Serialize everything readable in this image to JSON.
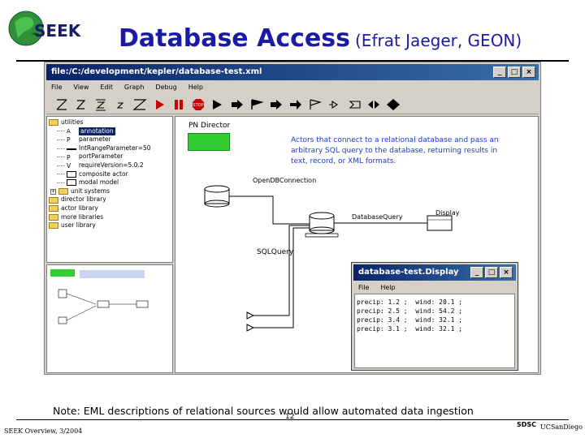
{
  "slide": {
    "logo_text": "SEEK",
    "title": "Database Access",
    "subtitle": "(Efrat Jaeger, GEON)",
    "note": "Note: EML descriptions of relational sources would allow automated data ingestion",
    "footer_left": "SEEK Overview, 3/2004",
    "page_number": "12",
    "footer_logos": [
      "SDSC",
      "UCSanDiego"
    ]
  },
  "window": {
    "title": "file:/C:/development/kepler/database-test.xml",
    "menu": [
      "File",
      "View",
      "Edit",
      "Graph",
      "Debug",
      "Help"
    ],
    "toolbar_icons": [
      "zoom-reset-icon",
      "zoom-in-icon",
      "zoom-fit-icon",
      "zoom-out-icon",
      "zoom-full-icon",
      "run-icon",
      "pause-icon",
      "stop-icon",
      "step-icon",
      "arrow-right-icon",
      "flag-icon",
      "arrow-right-icon",
      "arrow-right-icon",
      "flag-outline-icon",
      "port-icon",
      "port-alt-icon",
      "bidirectional-icon",
      "relation-icon"
    ],
    "tree": [
      {
        "label": "utilities",
        "kind": "folder",
        "indent": 0
      },
      {
        "label": "annotation",
        "kind": "item",
        "indent": 1,
        "selected": true
      },
      {
        "label": "parameter",
        "kind": "item",
        "indent": 1
      },
      {
        "label": "IntRangeParameter=50",
        "kind": "item",
        "indent": 1
      },
      {
        "label": "portParameter",
        "kind": "item",
        "indent": 1
      },
      {
        "label": "requireVersion=5.0.2",
        "kind": "item",
        "indent": 1
      },
      {
        "label": "composite actor",
        "kind": "item",
        "indent": 1
      },
      {
        "label": "modal model",
        "kind": "item",
        "indent": 1
      },
      {
        "label": "unit systems",
        "kind": "folder",
        "indent": 1
      },
      {
        "label": "director library",
        "kind": "folder",
        "indent": 0
      },
      {
        "label": "actor library",
        "kind": "folder",
        "indent": 0
      },
      {
        "label": "more libraries",
        "kind": "folder",
        "indent": 0
      },
      {
        "label": "user library",
        "kind": "folder",
        "indent": 0
      }
    ],
    "canvas": {
      "director_label": "PN Director",
      "director_color": "#33cc33",
      "description": "Actors that connect to a relational database and pass an arbitrary SQL query to the database, returning results in text, record, or XML formats.",
      "actors": {
        "open_db": "OpenDBConnection",
        "db_query": "DatabaseQuery",
        "display": "Display",
        "sql_query": "SQLQuery"
      }
    }
  },
  "display_window": {
    "title": "database-test.Display",
    "menu": [
      "File",
      "Help"
    ],
    "lines": [
      "precip: 1.2 ;  wind: 20.1 ;",
      "precip: 2.5 ;  wind: 54.2 ;",
      "precip: 3.4 ;  wind: 32.1 ;",
      "precip: 3.1 ;  wind: 32.1 ;"
    ]
  }
}
